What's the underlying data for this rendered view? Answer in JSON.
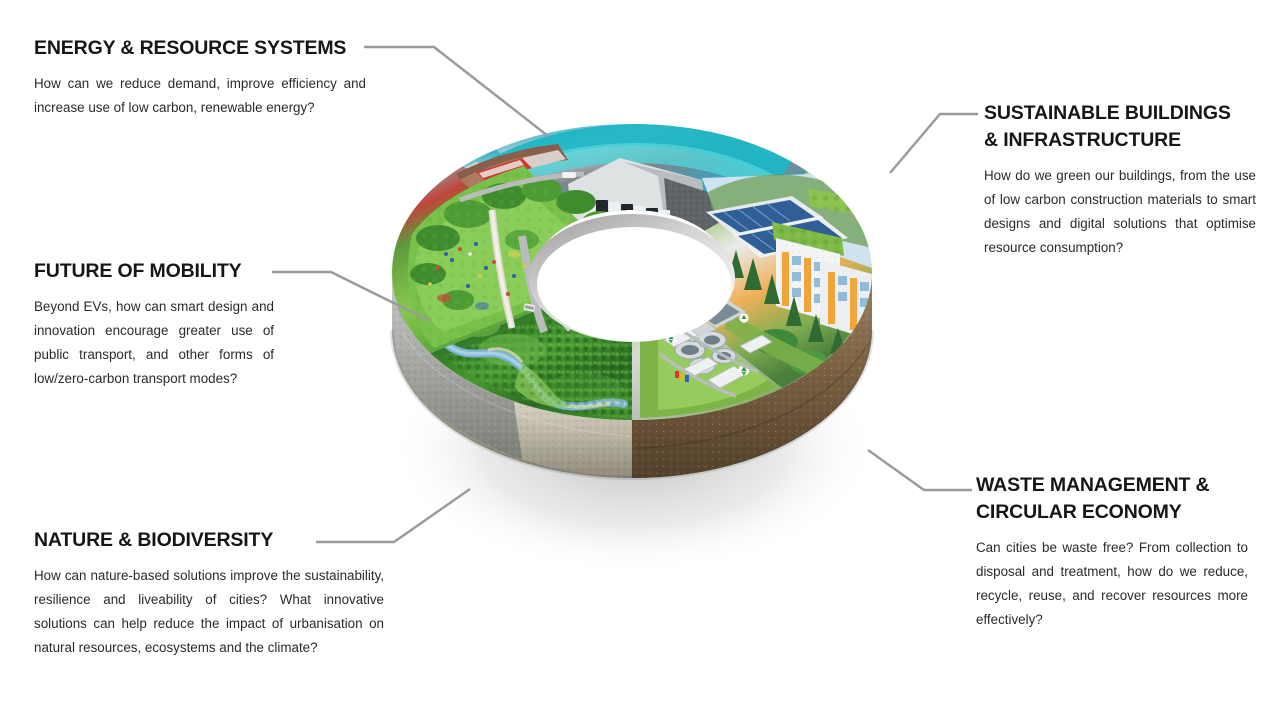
{
  "figure": {
    "type": "annotated-infographic",
    "subject": "Urban sustainability themes arranged around a 3D photographic donut chart",
    "background_color": "#ffffff",
    "leader_line_color": "#9a9a9a",
    "heading_color": "#161616",
    "body_color": "#2a2a2a"
  },
  "labels": [
    {
      "id": "energy",
      "heading": "ENERGY & RESOURCE SYSTEMS",
      "body": "How can we reduce demand, improve efficiency and increase use of low carbon, renewable energy?",
      "position": "top-left"
    },
    {
      "id": "buildings",
      "heading": "SUSTAINABLE BUILDINGS\n& INFRASTRUCTURE",
      "body": "How do we green our buildings, from the use of low carbon construction materials to smart designs and digital solutions that optimise resource consumption?",
      "position": "top-right"
    },
    {
      "id": "mobility",
      "heading": "FUTURE OF MOBILITY",
      "body": "Beyond EVs, how can smart design and innovation encourage greater use of public transport, and other forms of low/zero-carbon transport modes?",
      "position": "middle-left"
    },
    {
      "id": "nature",
      "heading": "NATURE & BIODIVERSITY",
      "body": "How can nature-based solutions improve the sustainability, resilience and liveability of cities? What innovative solutions can help reduce the impact of urbanisation on natural resources, ecosystems and the climate?",
      "position": "bottom-left"
    },
    {
      "id": "waste",
      "heading": "WASTE MANAGEMENT &\nCIRCULAR ECONOMY",
      "body": "Can cities be waste free? From collection to disposal and treatment, how do we reduce, recycle, reuse, and recover resources more effectively?",
      "position": "bottom-right"
    }
  ],
  "chart_data": {
    "type": "pie",
    "title": "",
    "variant": "3D donut, five equal photographic segments",
    "categories": [
      "Energy & Resource Systems",
      "Sustainable Buildings & Infrastructure",
      "Waste Management & Circular Economy",
      "Nature & Biodiversity",
      "Future of Mobility"
    ],
    "values": [
      20,
      20,
      20,
      20,
      20
    ],
    "segments": [
      {
        "name": "Energy & Resource Systems",
        "share_percent": 20,
        "imagery": "hydroelectric dam with spillway gates and turquoise reservoir water",
        "top_colors": [
          "#2fb8b8",
          "#1ba0b4",
          "#cfd4d6",
          "#6d7378"
        ],
        "rim_colors": [
          "#b9bdbd",
          "#8e9496"
        ],
        "label_id": "energy"
      },
      {
        "name": "Sustainable Buildings & Infrastructure",
        "share_percent": 20,
        "imagery": "green-roof apartment blocks and solar-panelled low-rise buildings",
        "top_colors": [
          "#8cbf4b",
          "#e8eaec",
          "#f2a93b",
          "#5a8fc4"
        ],
        "rim_colors": [
          "#a79a85",
          "#8a7d6a"
        ],
        "label_id": "buildings"
      },
      {
        "name": "Waste Management & Circular Economy",
        "share_percent": 20,
        "imagery": "water/waste treatment plant with circular clarifier tanks and recycling symbols",
        "top_colors": [
          "#7ab648",
          "#d9dcd6",
          "#b6bdb4"
        ],
        "rim_colors": [
          "#6b5336",
          "#8a6a44"
        ],
        "label_id": "waste"
      },
      {
        "name": "Nature & Biodiversity",
        "share_percent": 20,
        "imagery": "dense rainforest canopy with a meandering river",
        "top_colors": [
          "#3f8c2e",
          "#2c6b22",
          "#6fa6c9"
        ],
        "rim_colors": [
          "#c6c1ab",
          "#a9a490"
        ],
        "label_id": "nature"
      },
      {
        "name": "Future of Mobility",
        "share_percent": 20,
        "imagery": "urban park with footpaths, people, a road with a car and an elevated red commuter train",
        "top_colors": [
          "#79c04a",
          "#4f9e33",
          "#c9392e",
          "#cfd2d4"
        ],
        "rim_colors": [
          "#b7b9b4",
          "#8f918c"
        ],
        "label_id": "mobility"
      }
    ],
    "hole": {
      "shape": "ellipse",
      "color": "#ffffff",
      "inner_shading": "#b8b8b8"
    },
    "legend_position": "external callout labels",
    "grid": false
  }
}
